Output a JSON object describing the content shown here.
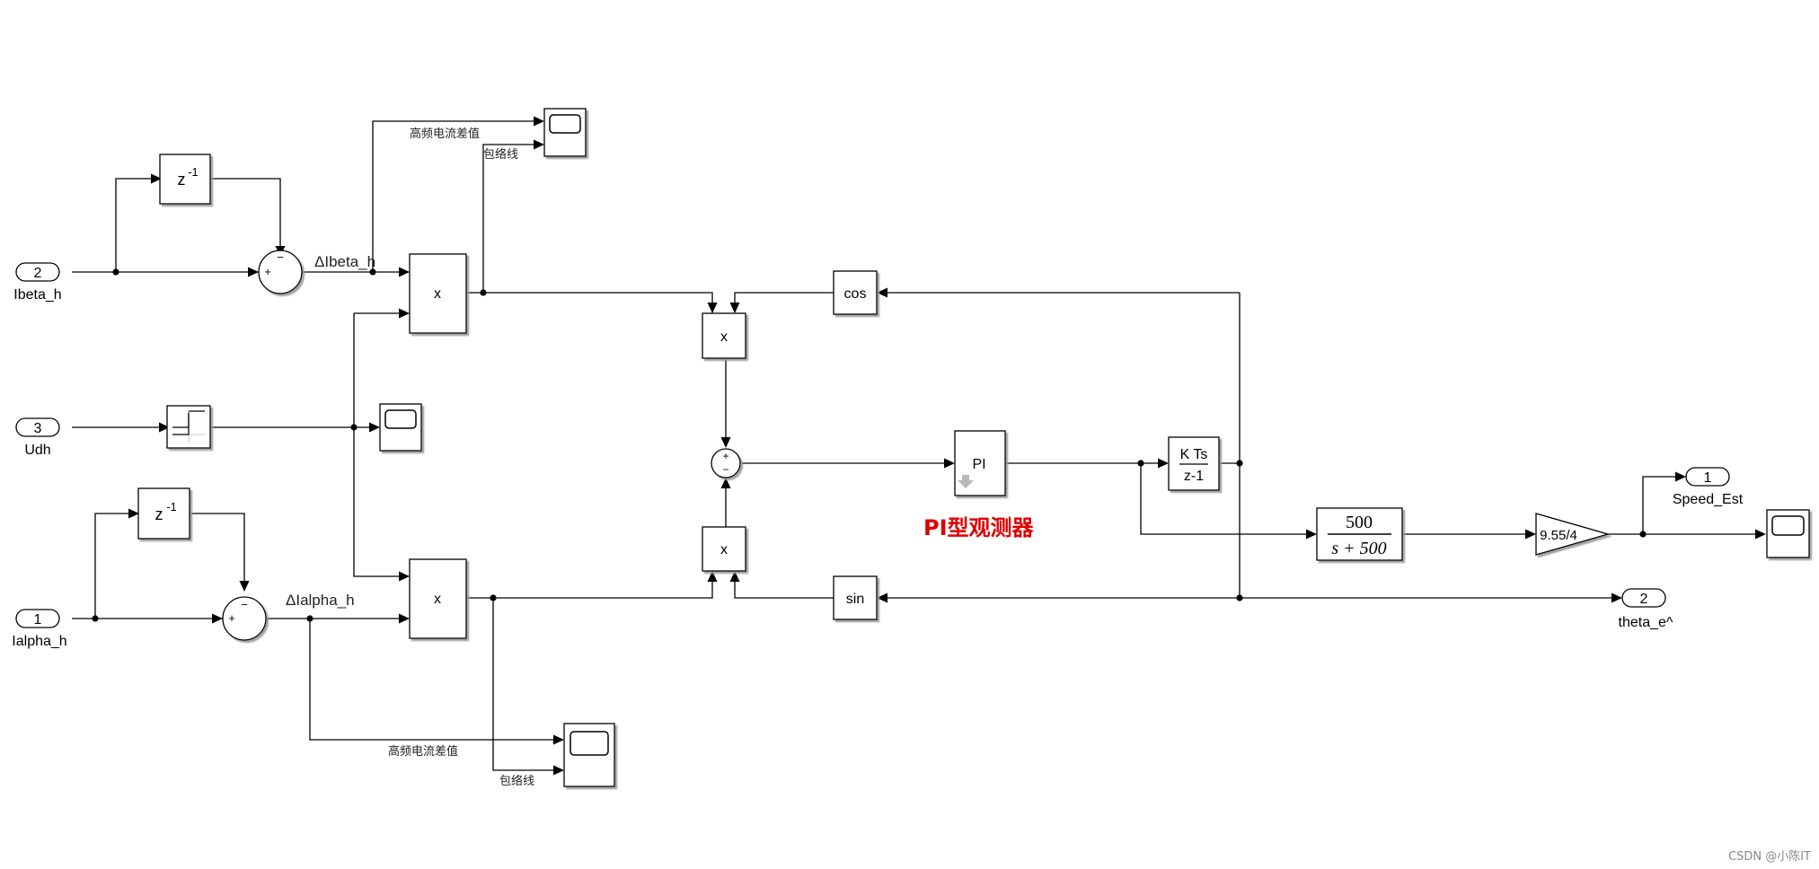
{
  "ports": {
    "ibeta": {
      "number": "2",
      "name": "Ibeta_h"
    },
    "udh": {
      "number": "3",
      "name": "Udh"
    },
    "ialpha": {
      "number": "1",
      "name": "Ialpha_h"
    },
    "speed": {
      "number": "1",
      "name": "Speed_Est"
    },
    "theta": {
      "number": "2",
      "name": "theta_e^"
    }
  },
  "blocks": {
    "delay_label": "z",
    "delay_exp": "-1",
    "product": "x",
    "cos": "cos",
    "sin": "sin",
    "pi": "PI",
    "integrator_num": "K Ts",
    "integrator_den": "z-1",
    "filter_num": "500",
    "filter_den": "s + 500",
    "gain": "9.55/4"
  },
  "signals": {
    "delta_ibeta": "ΔIbeta_h",
    "delta_ialpha": "ΔIalpha_h",
    "hf_diff_top": "高频电流差值",
    "envelope_top": "包络线",
    "hf_diff_bottom": "高频电流差值",
    "envelope_bottom": "包络线"
  },
  "signs": {
    "plus": "+",
    "minus": "−"
  },
  "annotation": {
    "text": "PI型观测器",
    "color": "#e00000"
  },
  "watermark": "CSDN @小陈IT"
}
